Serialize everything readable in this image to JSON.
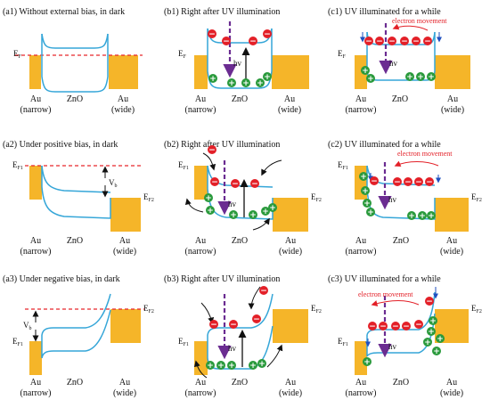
{
  "colors": {
    "band": "#35a6d8",
    "metal": "#f5b529",
    "fermi": "#e8262a",
    "electron": "#e32028",
    "hole": "#2a9a3c",
    "photon": "#6b2c91",
    "arrow": "#111111",
    "blue_arrow": "#1f4fbf"
  },
  "panels": [
    {
      "id": "a1",
      "title": "(a1) Without external bias, in dark",
      "left": "Au",
      "left_sub": "(narrow)",
      "mid": "ZnO",
      "right": "Au",
      "right_sub": "(wide)",
      "ef_left": "E",
      "ef_left_sub": "F"
    },
    {
      "id": "b1",
      "title": "(b1) Right after UV illumination",
      "left": "Au",
      "left_sub": "(narrow)",
      "mid": "ZnO",
      "right": "Au",
      "right_sub": "(wide)",
      "ef_left": "E",
      "ef_left_sub": "F",
      "hv": "hv"
    },
    {
      "id": "c1",
      "title": "(c1) UV illuminated for a while",
      "left": "Au",
      "left_sub": "(narrow)",
      "mid": "ZnO",
      "right": "Au",
      "right_sub": "(wide)",
      "ef_left": "E",
      "ef_left_sub": "F",
      "hv": "hv",
      "note": "electron movement"
    },
    {
      "id": "a2",
      "title": "(a2) Under positive bias, in dark",
      "left": "Au",
      "left_sub": "(narrow)",
      "mid": "ZnO",
      "right": "Au",
      "right_sub": "(wide)",
      "ef_left": "E",
      "ef_left_sub": "F1",
      "ef_right": "E",
      "ef_right_sub": "F2",
      "vb": "V",
      "vb_sub": "b"
    },
    {
      "id": "b2",
      "title": "(b2) Right after UV illumination",
      "left": "Au",
      "left_sub": "(narrow)",
      "mid": "ZnO",
      "right": "Au",
      "right_sub": "(wide)",
      "ef_left": "E",
      "ef_left_sub": "F1",
      "ef_right": "E",
      "ef_right_sub": "F2",
      "hv": "hv"
    },
    {
      "id": "c2",
      "title": "(c2) UV illuminated for a while",
      "left": "Au",
      "left_sub": "(narrow)",
      "mid": "ZnO",
      "right": "Au",
      "right_sub": "(wide)",
      "ef_left": "E",
      "ef_left_sub": "F1",
      "ef_right": "E",
      "ef_right_sub": "F2",
      "hv": "hv",
      "note": "electron movement"
    },
    {
      "id": "a3",
      "title": "(a3) Under negative bias, in dark",
      "left": "Au",
      "left_sub": "(narrow)",
      "mid": "ZnO",
      "right": "Au",
      "right_sub": "(wide)",
      "ef_left": "E",
      "ef_left_sub": "F1",
      "ef_right": "E",
      "ef_right_sub": "F2",
      "vb": "V",
      "vb_sub": "b"
    },
    {
      "id": "b3",
      "title": "(b3) Right after UV illumination",
      "left": "Au",
      "left_sub": "(narrow)",
      "mid": "ZnO",
      "right": "Au",
      "right_sub": "(wide)",
      "ef_left": "E",
      "ef_left_sub": "F1",
      "ef_right": "E",
      "ef_right_sub": "F2",
      "hv": "hv"
    },
    {
      "id": "c3",
      "title": "(c3) UV illuminated for a while",
      "left": "Au",
      "left_sub": "(narrow)",
      "mid": "ZnO",
      "right": "Au",
      "right_sub": "(wide)",
      "ef_left": "E",
      "ef_left_sub": "F1",
      "ef_right": "E",
      "ef_right_sub": "F2",
      "hv": "hv",
      "note": "electron movement"
    }
  ],
  "symbols": {
    "electron": "−",
    "hole": "+"
  }
}
